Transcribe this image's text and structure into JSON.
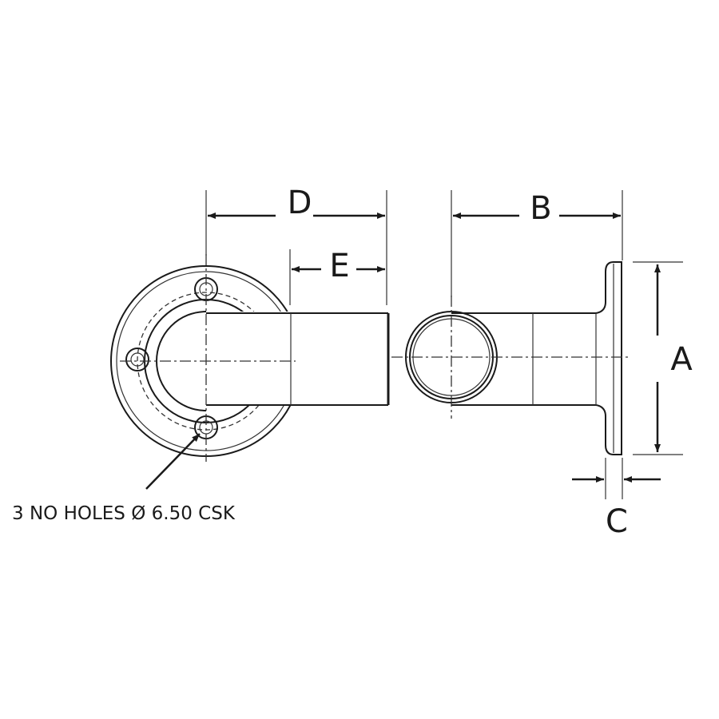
{
  "dimensions": {
    "a": "A",
    "b": "B",
    "c": "C",
    "d": "D",
    "e": "E"
  },
  "note": "3 NO HOLES Ø 6.50 CSK"
}
